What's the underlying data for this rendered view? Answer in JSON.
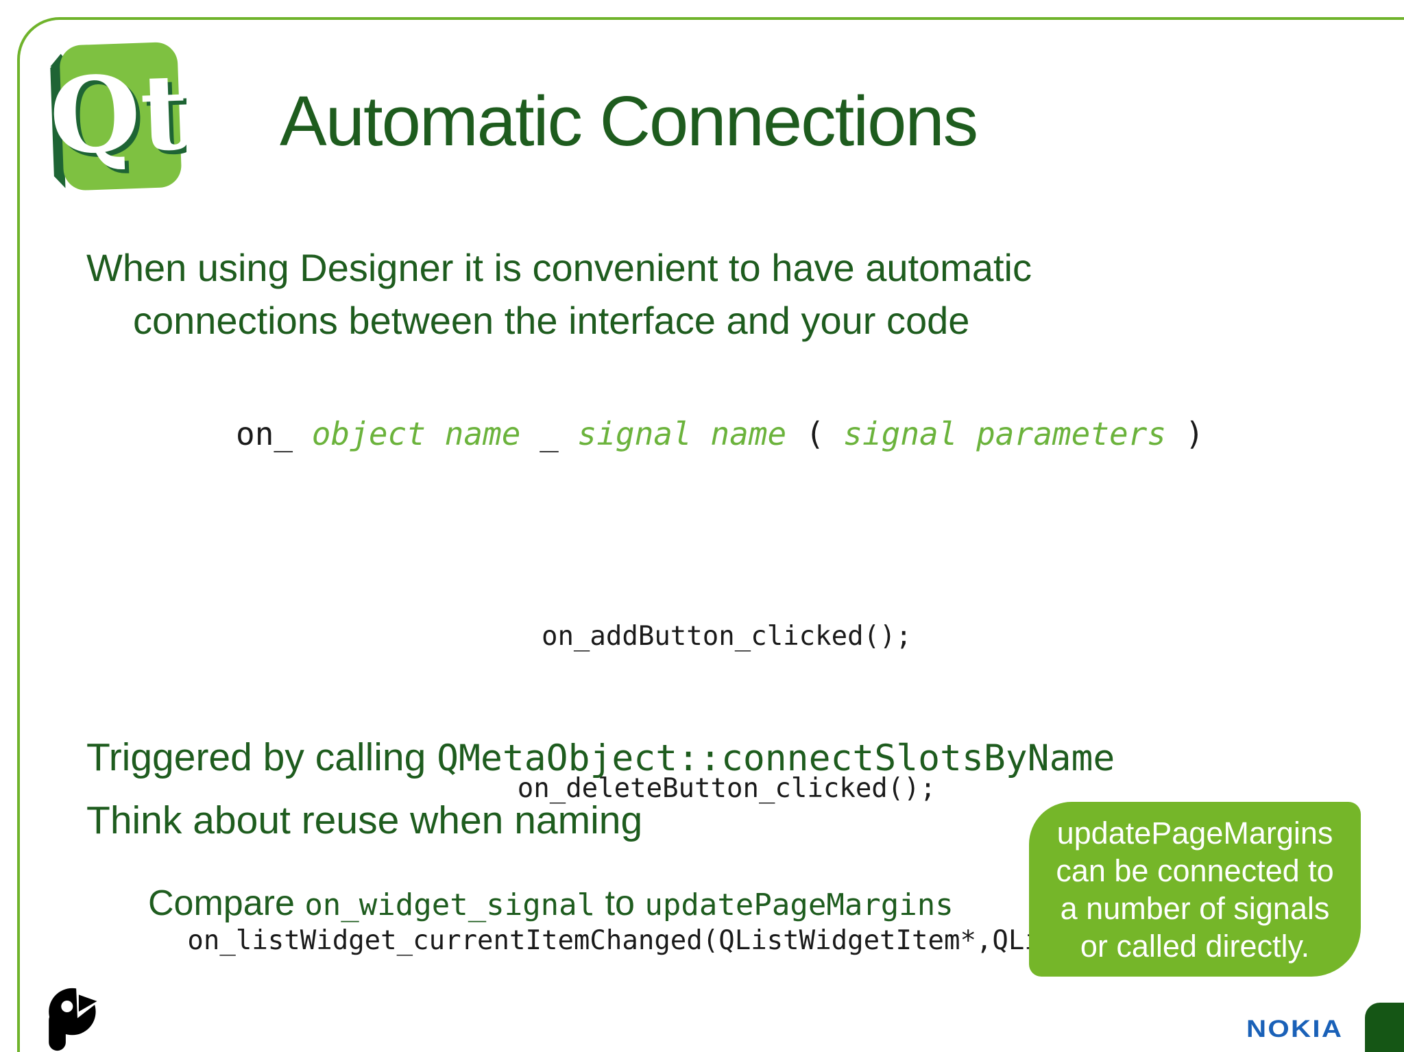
{
  "slide": {
    "title": "Automatic Connections",
    "intro": {
      "line1": "When using Designer it is convenient to have automatic",
      "line2": "connections between the interface and your code"
    },
    "pattern": {
      "on": "on",
      "sep1": "_ ",
      "object_name": "object name",
      "sep2": " _ ",
      "signal_name": "signal name",
      "open_paren": " ( ",
      "signal_parameters": "signal parameters",
      "close_paren": " )"
    },
    "code_examples": [
      "on_addButton_clicked();",
      "on_deleteButton_clicked();",
      "on_listWidget_currentItemChanged(QListWidgetItem*,QListWidgetItem*)"
    ],
    "triggered": {
      "label": "Triggered by calling ",
      "code": "QMetaObject::connectSlotsByName"
    },
    "reuse": "Think about reuse when naming",
    "compare": {
      "label": "Compare ",
      "code1": "on_widget_signal",
      "to": " to ",
      "code2": "updatePageMargins"
    },
    "bubble": {
      "lines": [
        "updatePageMargins",
        "can be connected to",
        "a number of signals",
        "or called directly."
      ]
    }
  },
  "logos": {
    "qt_text": "Qt",
    "nokia": "NOKIA"
  },
  "colors": {
    "dark_green_text": "#1e5c1e",
    "light_green_code": "#6bb33c",
    "frame_green": "#6fb32b",
    "bubble_green": "#75b629",
    "corner_dark_green": "#155615",
    "qt_logo_face_green": "#7ec141",
    "qt_logo_side_green": "#1e6434",
    "nokia_blue": "#1a61b8",
    "code_black": "#1a1a1a"
  }
}
